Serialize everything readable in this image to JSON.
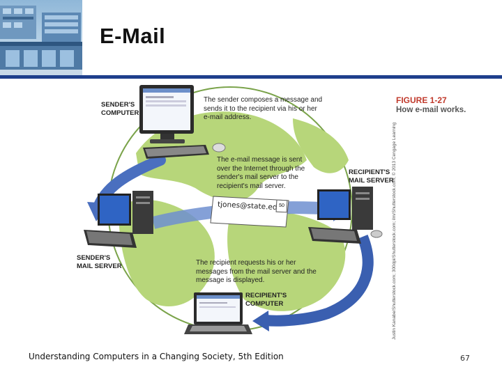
{
  "slide": {
    "title": "E-Mail",
    "footer": "Understanding Computers in a Changing Society, 5th Edition",
    "page_number": "67"
  },
  "figure": {
    "label": "FIGURE 1-27",
    "caption": "How e-mail works.",
    "credit": "Justin Kanabe/Shutterstock.com; 300dpi/Shutterstock.com; ilm/Shutterstock.com; © 2013 Cengage Learning",
    "labels": {
      "senders_computer": "SENDER'S\nCOMPUTER",
      "senders_mail_server": "SENDER'S\nMAIL SERVER",
      "recipients_mail_server": "RECIPIENT'S\nMAIL SERVER",
      "recipients_computer": "RECIPIENT'S\nCOMPUTER"
    },
    "steps": {
      "compose": "The sender composes a message and\nsends it to the recipient via his or her\ne-mail address.",
      "internet": "The e-mail message is sent\nover the Internet through the\nsender's mail server to the\nrecipient's mail server.",
      "retrieve": "The recipient requests his or her\nmessages from the mail server and the\nmessage is displayed."
    },
    "envelope": {
      "address": "tjones@state.edu",
      "stamp": "50"
    }
  },
  "colors": {
    "accent_bar": "#1e3f8c",
    "figure_label": "#c0392b",
    "globe_land": "#b7d67a",
    "globe_water": "#ffffff",
    "arrow": "#4a6fbf"
  }
}
